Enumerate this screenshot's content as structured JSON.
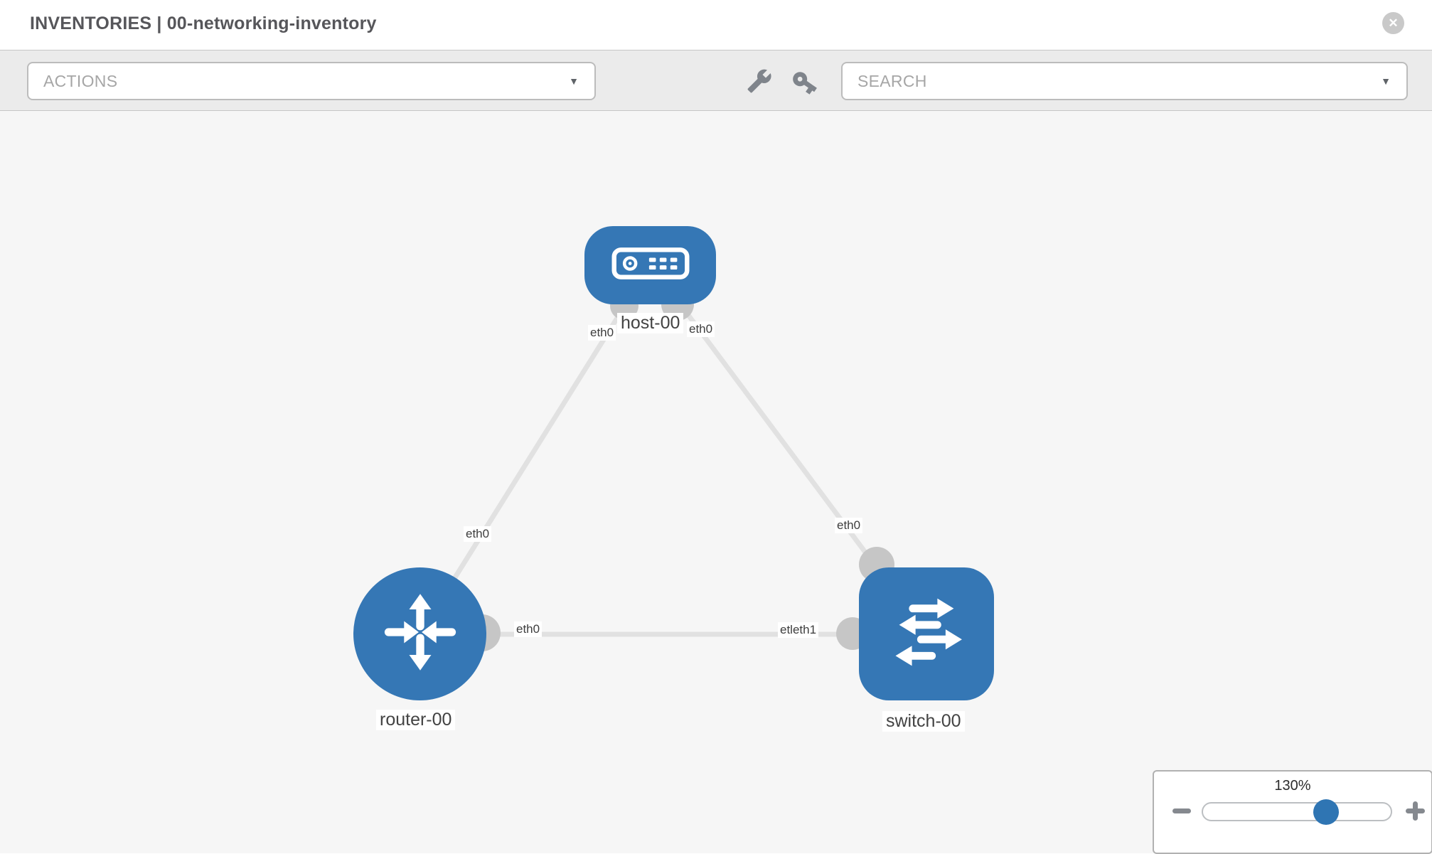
{
  "header": {
    "title": "INVENTORIES | 00-networking-inventory"
  },
  "toolbar": {
    "actions_label": "ACTIONS",
    "search_label": "SEARCH",
    "tools": [
      {
        "icon": "wrench-icon"
      },
      {
        "icon": "key-icon"
      }
    ]
  },
  "glyphs": {
    "close": "✕",
    "caret_down": "▼"
  },
  "topology": {
    "nodes": [
      {
        "label": "host-00",
        "type": "host"
      },
      {
        "label": "router-00",
        "type": "router"
      },
      {
        "label": "switch-00",
        "type": "switch"
      }
    ],
    "links": [
      {
        "from": "host-00",
        "to": "router-00",
        "from_iface": "eth0",
        "to_iface": "eth0"
      },
      {
        "from": "host-00",
        "to": "switch-00",
        "from_iface": "eth0",
        "to_iface": "eth0"
      },
      {
        "from": "router-00",
        "to": "switch-00",
        "from_iface": "eth0",
        "to_iface": "etleth1"
      }
    ]
  },
  "zoom_control": {
    "level": "130%"
  },
  "colors": {
    "node_blue": "#3577b5",
    "link_gray": "#e1e1e1",
    "dot_gray": "#c6c6c6",
    "canvas_bg": "#f6f6f6",
    "toolbar_bg": "#ebebeb",
    "thumb_blue": "#2f75b3"
  }
}
